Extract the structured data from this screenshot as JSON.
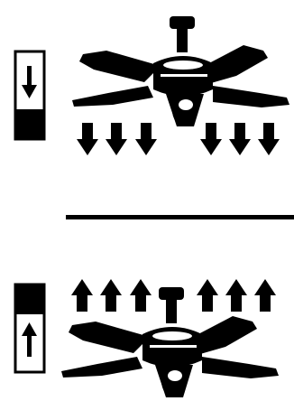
{
  "colors": {
    "ink": "#000000",
    "background": "#ffffff"
  },
  "panels": [
    {
      "mode": "downdraft",
      "switch_position": "down",
      "switch_icon": "arrow-down-icon",
      "airflow_icon": "down-arrow-icon",
      "airflow_direction": "down",
      "airflow_arrow_count": 6
    },
    {
      "mode": "updraft",
      "switch_position": "up",
      "switch_icon": "arrow-up-icon",
      "airflow_icon": "up-arrow-icon",
      "airflow_direction": "up",
      "airflow_arrow_count": 6
    }
  ]
}
